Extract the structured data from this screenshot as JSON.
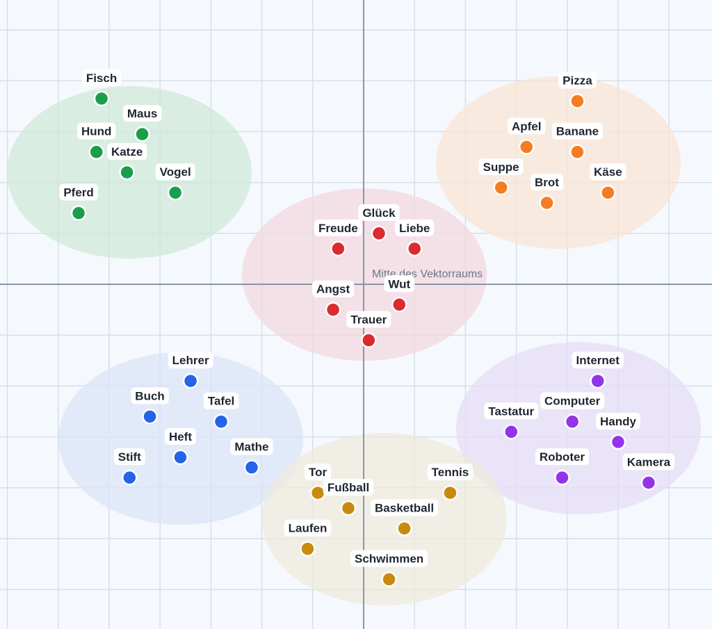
{
  "center_label": "Mitte des Vektorraums",
  "clusters": [
    {
      "id": "tiere",
      "color": "#1a9e4b",
      "fill": "#cfe8d8",
      "words": [
        {
          "label": "Fisch",
          "x": -10.3,
          "y": 7.3
        },
        {
          "label": "Maus",
          "x": -8.7,
          "y": 5.9
        },
        {
          "label": "Hund",
          "x": -10.5,
          "y": 5.2
        },
        {
          "label": "Katze",
          "x": -9.3,
          "y": 4.4
        },
        {
          "label": "Vogel",
          "x": -7.4,
          "y": 3.6
        },
        {
          "label": "Pferd",
          "x": -11.2,
          "y": 2.8
        }
      ]
    },
    {
      "id": "essen",
      "color": "#f57c22",
      "fill": "#f8e4d3",
      "words": [
        {
          "label": "Pizza",
          "x": 8.4,
          "y": 7.2
        },
        {
          "label": "Apfel",
          "x": 6.4,
          "y": 5.4
        },
        {
          "label": "Banane",
          "x": 8.4,
          "y": 5.2
        },
        {
          "label": "Suppe",
          "x": 5.4,
          "y": 3.8
        },
        {
          "label": "Käse",
          "x": 9.6,
          "y": 3.6
        },
        {
          "label": "Brot",
          "x": 7.2,
          "y": 3.2
        }
      ]
    },
    {
      "id": "gefuehle",
      "color": "#dc2b2f",
      "fill": "#f2d8df",
      "words": [
        {
          "label": "Glück",
          "x": 0.6,
          "y": 2.0
        },
        {
          "label": "Freude",
          "x": -1.0,
          "y": 1.4
        },
        {
          "label": "Liebe",
          "x": 2.0,
          "y": 1.4
        },
        {
          "label": "Wut",
          "x": 1.4,
          "y": -0.8
        },
        {
          "label": "Angst",
          "x": -1.2,
          "y": -1.0
        },
        {
          "label": "Trauer",
          "x": 0.2,
          "y": -2.2
        }
      ]
    },
    {
      "id": "schule",
      "color": "#2563e8",
      "fill": "#dbe4f8",
      "words": [
        {
          "label": "Lehrer",
          "x": -6.8,
          "y": -3.8
        },
        {
          "label": "Buch",
          "x": -8.4,
          "y": -5.2
        },
        {
          "label": "Tafel",
          "x": -5.6,
          "y": -5.4
        },
        {
          "label": "Heft",
          "x": -7.2,
          "y": -6.8
        },
        {
          "label": "Mathe",
          "x": -4.4,
          "y": -7.2
        },
        {
          "label": "Stift",
          "x": -9.2,
          "y": -7.6
        }
      ]
    },
    {
      "id": "technik",
      "color": "#9334e8",
      "fill": "#e6dcf7",
      "words": [
        {
          "label": "Internet",
          "x": 9.2,
          "y": -3.8
        },
        {
          "label": "Computer",
          "x": 8.2,
          "y": -5.4
        },
        {
          "label": "Tastatur",
          "x": 5.8,
          "y": -5.8
        },
        {
          "label": "Handy",
          "x": 10.0,
          "y": -6.2
        },
        {
          "label": "Roboter",
          "x": 7.8,
          "y": -7.6
        },
        {
          "label": "Kamera",
          "x": 11.2,
          "y": -7.8
        }
      ]
    },
    {
      "id": "sport",
      "color": "#ca8a0f",
      "fill": "#eee9dc",
      "words": [
        {
          "label": "Tor",
          "x": -1.8,
          "y": -8.2
        },
        {
          "label": "Tennis",
          "x": 3.4,
          "y": -8.2
        },
        {
          "label": "Fußball",
          "x": -0.6,
          "y": -8.8
        },
        {
          "label": "Basketball",
          "x": 1.6,
          "y": -9.6
        },
        {
          "label": "Laufen",
          "x": -2.2,
          "y": -10.4
        },
        {
          "label": "Schwimmen",
          "x": 1.0,
          "y": -11.6
        }
      ]
    }
  ]
}
